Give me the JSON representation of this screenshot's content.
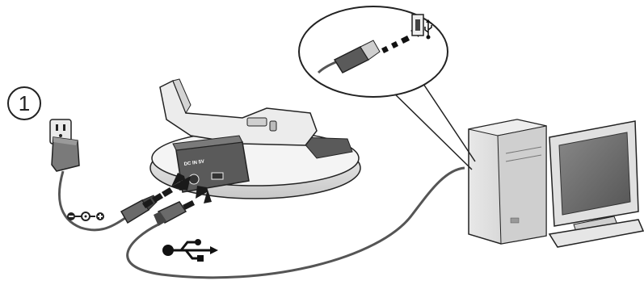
{
  "step": {
    "number": "1"
  },
  "dock": {
    "dc_label_line1": "DC IN 5V",
    "usb_label": "USB"
  },
  "colors": {
    "outline": "#222222",
    "dock_base": "#dcdcdc",
    "dock_dark": "#5a5a5a",
    "cable": "#555555",
    "arrow": "#1a1a1a",
    "computer": "#d9d9d9",
    "screen": "#6e6e6e"
  },
  "icons": [
    "wall-outlet-icon",
    "power-adapter-icon",
    "dc-polarity-icon",
    "usb-trident-icon",
    "usb-port-icon",
    "magnify-callout-icon"
  ]
}
